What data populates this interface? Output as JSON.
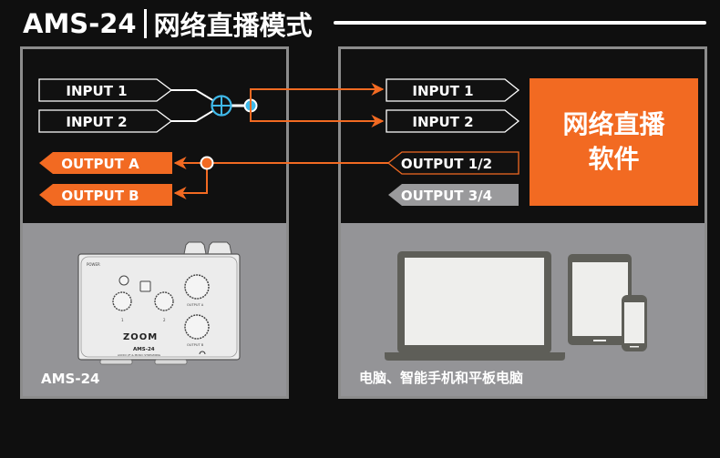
{
  "header": {
    "model": "AMS-24",
    "mode_title": "网络直播模式"
  },
  "colors": {
    "background": "#0f0f0f",
    "accent_orange": "#f26a22",
    "mixer_blue": "#3fb8e8",
    "panel_grey": "#949497",
    "panel_border": "#8c8c8c",
    "output_inactive": "#9a9a9c"
  },
  "interface_panel": {
    "inputs": [
      "INPUT 1",
      "INPUT 2"
    ],
    "outputs": [
      "OUTPUT A",
      "OUTPUT B"
    ],
    "mixer_icon": "circle-plus-icon",
    "caption": "AMS-24",
    "device_logo": "ZOOM",
    "device_model": "AMS-24",
    "device_subtitle": "AUDIO I/F & MUSIC STREAMING",
    "device_labels": {
      "power": "POWER",
      "input_1": "1",
      "input_2": "2",
      "output_a": "OUTPUT A",
      "output_b": "OUTPUT B"
    }
  },
  "software_panel": {
    "inputs": [
      "INPUT 1",
      "INPUT 2"
    ],
    "outputs": [
      "OUTPUT 1/2",
      "OUTPUT 3/4"
    ],
    "software_label_line1": "网络直播",
    "software_label_line2": "软件",
    "caption": "电脑、智能手机和平板电脑"
  }
}
